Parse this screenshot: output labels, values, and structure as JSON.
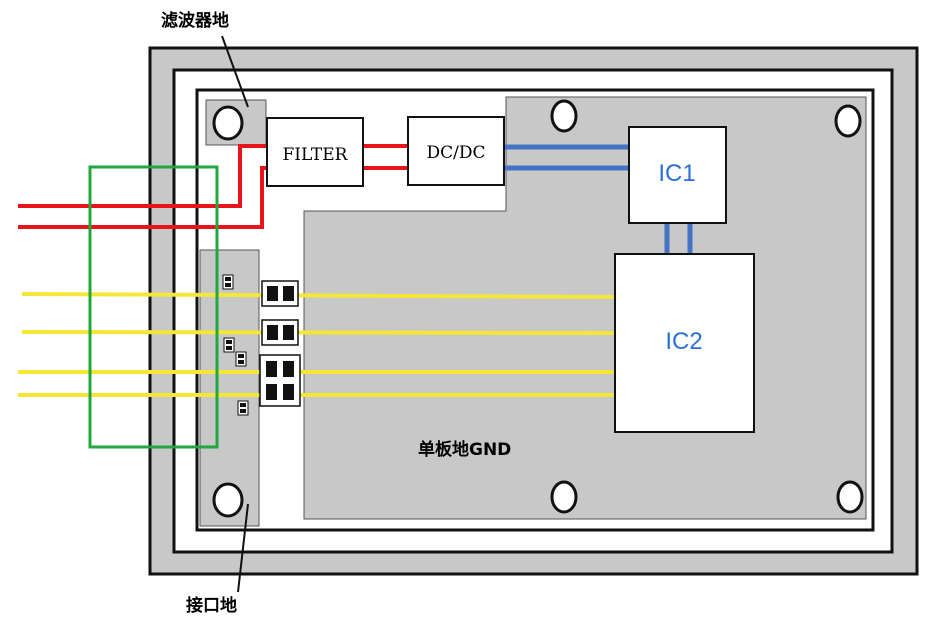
{
  "labels": {
    "filter_ground": "滤波器地",
    "interface_ground": "接口地",
    "board_ground": "单板地GND",
    "filter": "FILTER",
    "dcdc": "DC/DC",
    "ic1": "IC1",
    "ic2": "IC2"
  },
  "colors": {
    "power_line": "#e8141a",
    "signal_line": "#f5e63a",
    "ic_link": "#4472c4",
    "connector": "#22a83a",
    "ground_plane": "#c8c8c8",
    "ic_text": "#2b6fd6",
    "outline": "#111111"
  }
}
